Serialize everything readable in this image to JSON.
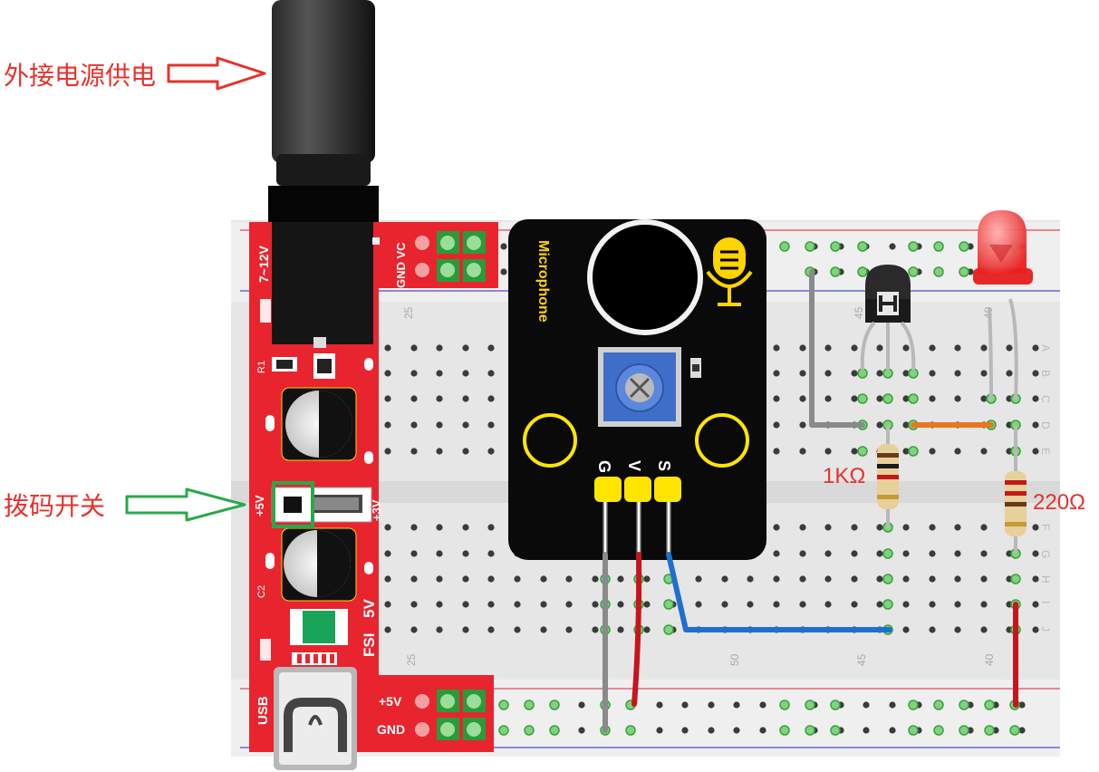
{
  "annotations": {
    "external_power": "外接电源供电",
    "dip_switch": "拨码开关"
  },
  "power_module": {
    "input_label": "7~12V",
    "rail_top_label": "GND VC",
    "r1_label": "R1",
    "c2_label": "C2",
    "switch_left": "+5V",
    "switch_right": "+3V",
    "fsi_label": "FSI",
    "v5_label": "5V",
    "usb_label": "USB",
    "bottom_plus5": "+5V",
    "bottom_gnd": "GND"
  },
  "sensor_module": {
    "name": "Microphone",
    "pins": [
      "G",
      "V",
      "S"
    ]
  },
  "breadboard": {
    "col_25_top": "25",
    "col_25_bottom": "25",
    "col_45_top": "45",
    "col_40_top": "40",
    "col_50_bottom": "50",
    "col_45_bottom": "45",
    "col_40_bottom": "40",
    "rows_top": [
      "A",
      "B",
      "C",
      "D",
      "E"
    ],
    "rows_bottom": [
      "F",
      "G",
      "H",
      "I",
      "J"
    ]
  },
  "components": {
    "resistor_1": "1KΩ",
    "resistor_2": "220Ω"
  },
  "colors": {
    "module_red": "#e8242f",
    "annotation_red": "#e5322d",
    "annotation_green": "#2aa84a",
    "wire_gray": "#8a8a8a",
    "wire_red": "#c8141c",
    "wire_blue": "#1f6fd1",
    "wire_orange": "#e8761e",
    "led_red": "#f03a3a",
    "pin_yellow": "#ffe500"
  }
}
